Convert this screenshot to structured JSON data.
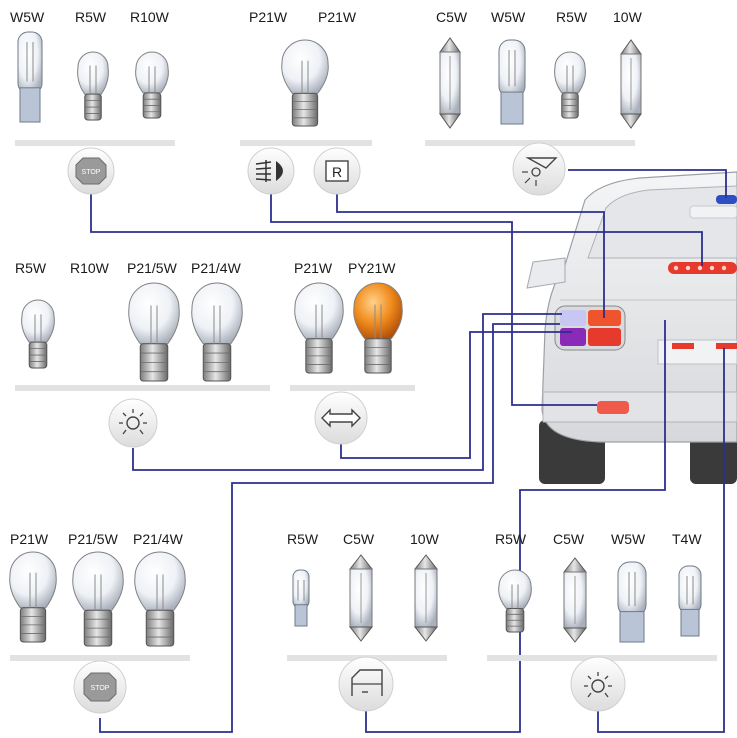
{
  "groups": {
    "top_left": [
      "W5W",
      "R5W",
      "R10W"
    ],
    "top_mid": [
      "P21W",
      "P21W"
    ],
    "top_right": [
      "C5W",
      "W5W",
      "R5W",
      "10W"
    ],
    "mid_left": [
      "R5W",
      "R10W",
      "P21/5W",
      "P21/4W"
    ],
    "mid_mid": [
      "P21W",
      "PY21W"
    ],
    "bot_left": [
      "P21W",
      "P21/5W",
      "P21/4W"
    ],
    "bot_mid": [
      "R5W",
      "C5W",
      "10W"
    ],
    "bot_right": [
      "R5W",
      "C5W",
      "W5W",
      "T4W"
    ]
  },
  "icons": {
    "stop_text": "STOP",
    "reverse_text": "R"
  },
  "colors": {
    "wire": "#2b2f8f",
    "amber": "#f08a1c",
    "tail_red": "#e53a2c",
    "tail_purple": "#8a2bb8"
  }
}
